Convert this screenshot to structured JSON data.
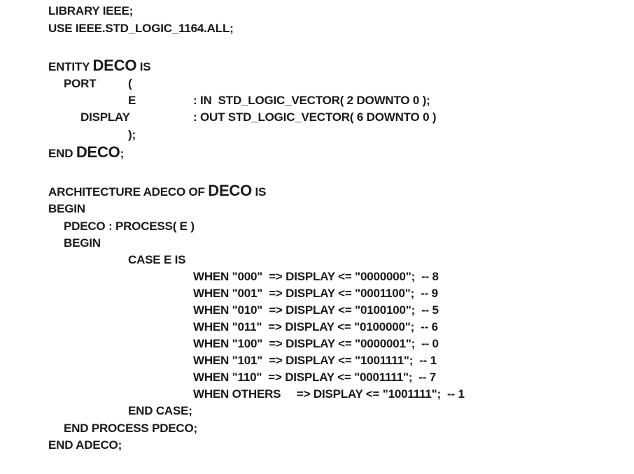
{
  "lib": {
    "library": "LIBRARY IEEE;",
    "use": "USE IEEE.STD_LOGIC_1164.ALL;"
  },
  "entity": {
    "kw_entity": "ENTITY ",
    "name": "DECO",
    "kw_is": " IS",
    "port": "PORT",
    "open_paren": "(",
    "e_name": "E",
    "e_decl": ": IN  STD_LOGIC_VECTOR( 2 DOWNTO 0 );",
    "display_name": "DISPLAY",
    "display_decl": ": OUT STD_LOGIC_VECTOR( 6 DOWNTO 0 )",
    "close_paren": ");",
    "kw_end": "END ",
    "end_name": "DECO",
    "end_semicolon": ";"
  },
  "architecture": {
    "header_prefix": "ARCHITECTURE ADECO OF ",
    "entity_ref": "DECO",
    "header_suffix": " IS",
    "begin": "BEGIN",
    "process_header": "PDECO : PROCESS( E )",
    "process_begin": "BEGIN",
    "case_header": "CASE E IS",
    "when_lines": [
      "WHEN \"000\"  => DISPLAY <= \"0000000\";  -- 8",
      "WHEN \"001\"  => DISPLAY <= \"0001100\";  -- 9",
      "WHEN \"010\"  => DISPLAY <= \"0100100\";  -- 5",
      "WHEN \"011\"  => DISPLAY <= \"0100000\";  -- 6",
      "WHEN \"100\"  => DISPLAY <= \"0000001\";  -- 0",
      "WHEN \"101\"  => DISPLAY <= \"1001111\";  -- 1",
      "WHEN \"110\"  => DISPLAY <= \"0001111\";  -- 7"
    ],
    "when_others": "WHEN OTHERS     => DISPLAY <= \"1001111\";  -- 1",
    "end_case": "END CASE;",
    "end_process": "END PROCESS PDECO;",
    "end_arch": "END ADECO;"
  }
}
